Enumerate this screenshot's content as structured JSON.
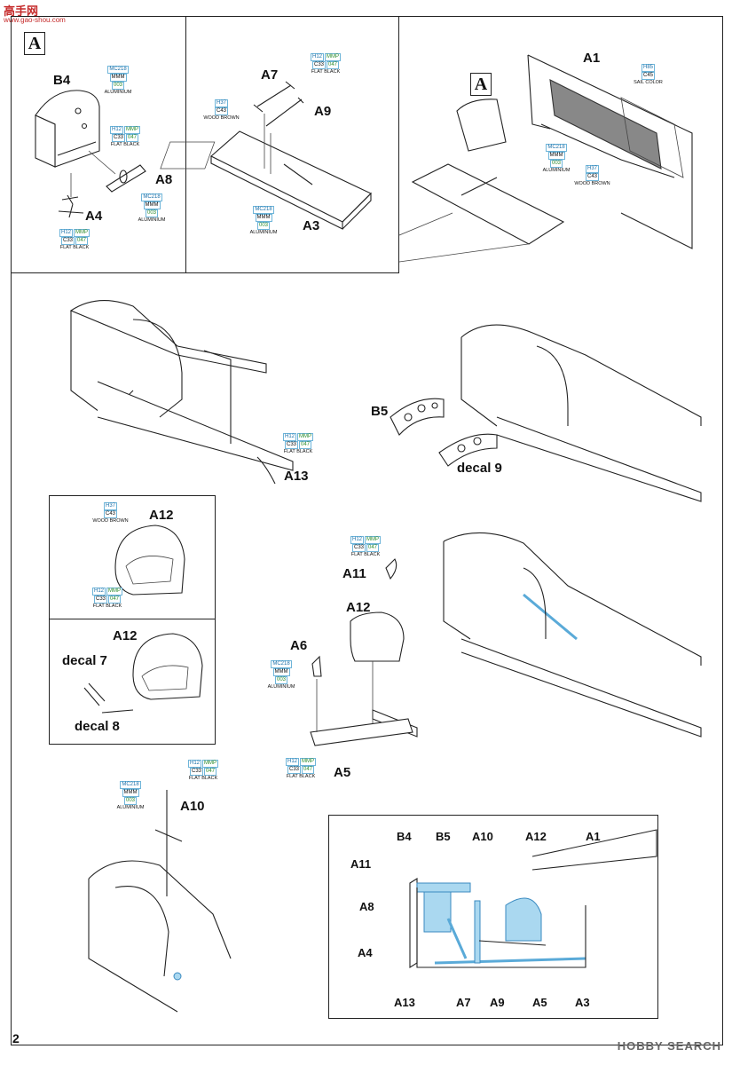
{
  "watermark": {
    "site": "高手网",
    "url": "www.gao-shou.com"
  },
  "page_number": "2",
  "brand": "HOBBY SEARCH",
  "section_marker": "A",
  "paints": {
    "b4_alu": {
      "h": "MC218",
      "m": "MMM",
      "c": "003",
      "name": "ALUMINIUM"
    },
    "b4_black": {
      "h": "H12",
      "m": "MMP",
      "c": "C33",
      "c2": "047",
      "name": "FLAT BLACK"
    },
    "a8_alu": {
      "h": "MC218",
      "m": "MMM",
      "c": "003",
      "name": "ALUMINIUM"
    },
    "a4_black": {
      "h": "H12",
      "m": "MMP",
      "c": "C33",
      "c2": "047",
      "name": "FLAT BLACK"
    },
    "a7_black": {
      "h": "H12",
      "m": "MMP",
      "c": "C33",
      "c2": "047",
      "name": "FLAT BLACK"
    },
    "a3_wood": {
      "h": "H37",
      "c": "C43",
      "name": "WOOD BROWN"
    },
    "a3_alu": {
      "h": "MC218",
      "m": "MMM",
      "c": "003",
      "name": "ALUMINIUM"
    },
    "a1_sail": {
      "h": "H85",
      "c": "C45",
      "name": "SAIL COLOR"
    },
    "a1_alu": {
      "h": "MC218",
      "m": "MMM",
      "c": "003",
      "name": "ALUMINIUM"
    },
    "a1_wood": {
      "h": "H37",
      "c": "C43",
      "name": "WOOD BROWN"
    },
    "a13_black": {
      "h": "H12",
      "m": "MMP",
      "c": "C33",
      "c2": "047",
      "name": "FLAT BLACK"
    },
    "a12_wood": {
      "h": "H37",
      "c": "C43",
      "name": "WOOD BROWN"
    },
    "a12_black": {
      "h": "H12",
      "m": "MMP",
      "c": "C33",
      "c2": "047",
      "name": "FLAT BLACK"
    },
    "a11_black": {
      "h": "H12",
      "m": "MMP",
      "c": "C33",
      "c2": "047",
      "name": "FLAT BLACK"
    },
    "a6_alu": {
      "h": "MC218",
      "m": "MMM",
      "c": "003",
      "name": "ALUMINIUM"
    },
    "a5_black": {
      "h": "H12",
      "m": "MMP",
      "c": "C33",
      "c2": "047",
      "name": "FLAT BLACK"
    },
    "a10_black": {
      "h": "H12",
      "m": "MMP",
      "c": "C33",
      "c2": "047",
      "name": "FLAT BLACK"
    },
    "a10_alu": {
      "h": "MC218",
      "m": "MMM",
      "c": "003",
      "name": "ALUMINIUM"
    }
  },
  "labels": {
    "B4": "B4",
    "A8": "A8",
    "A4": "A4",
    "A7": "A7",
    "A9": "A9",
    "A3": "A3",
    "A1": "A1",
    "B5": "B5",
    "decal9": "decal 9",
    "A13": "A13",
    "A12_a": "A12",
    "A12_b": "A12",
    "A12_c": "A12",
    "A11": "A11",
    "A6": "A6",
    "A5": "A5",
    "decal7": "decal 7",
    "decal8": "decal 8",
    "A10": "A10"
  },
  "legend": {
    "top": [
      "B4",
      "B5",
      "A10",
      "A12",
      "A1"
    ],
    "left": [
      "A11",
      "A8",
      "A4"
    ],
    "bottom": [
      "A13",
      "A7",
      "A9",
      "A5",
      "A3"
    ]
  }
}
